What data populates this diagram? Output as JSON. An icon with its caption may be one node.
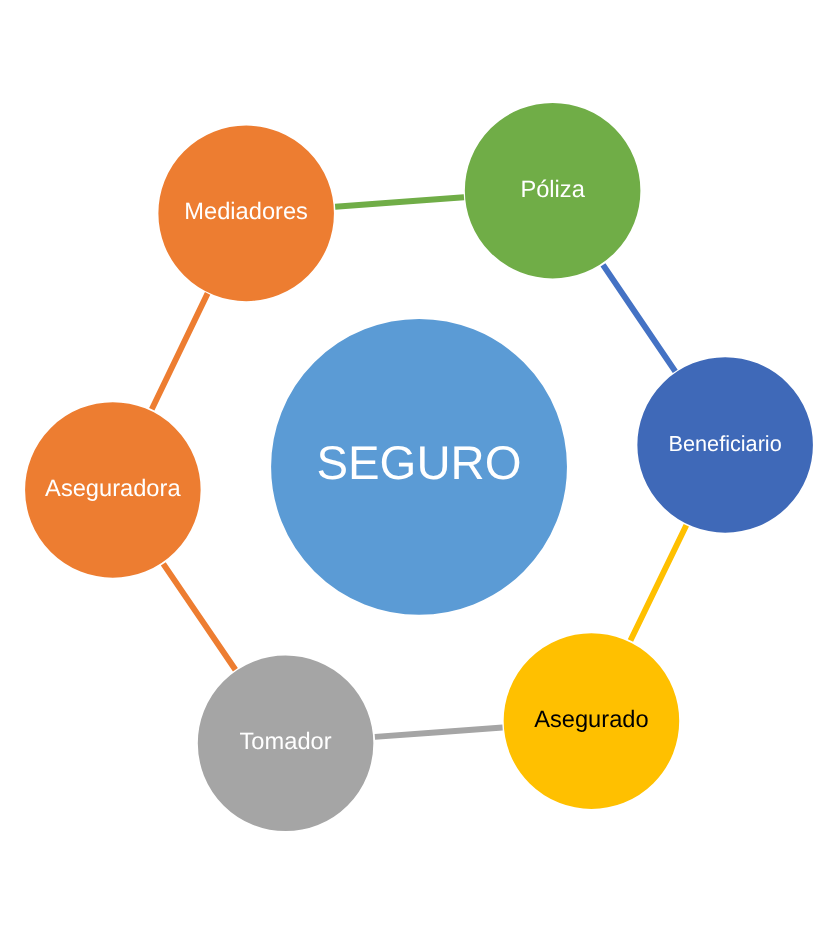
{
  "diagram": {
    "nodes": [
      {
        "text": [
          "Aseguradora"
        ]
      },
      {
        "text": [
          "Tomador"
        ]
      },
      {
        "text": [
          "Asegurado"
        ]
      },
      {
        "text": [
          "Beneficiario"
        ]
      },
      {
        "text": [
          "Póliza"
        ]
      },
      {
        "text": [
          "Mediadores"
        ]
      },
      {
        "text": [
          "SEGURO"
        ]
      }
    ],
    "edges": [
      {
        "from": 0,
        "to": 1,
        "arrow": "none",
        "color": "#ed7d31"
      },
      {
        "from": 1,
        "to": 2,
        "arrow": "none",
        "color": "#a5a5a5"
      },
      {
        "from": 2,
        "to": 3,
        "arrow": "none",
        "color": "#ffc000"
      },
      {
        "from": 3,
        "to": 4,
        "arrow": "none",
        "color": "#4472c4"
      },
      {
        "from": 4,
        "to": 5,
        "arrow": "none",
        "color": "#70ad47"
      },
      {
        "from": 5,
        "to": 0,
        "arrow": "none",
        "color": "#ed7d31"
      }
    ]
  }
}
